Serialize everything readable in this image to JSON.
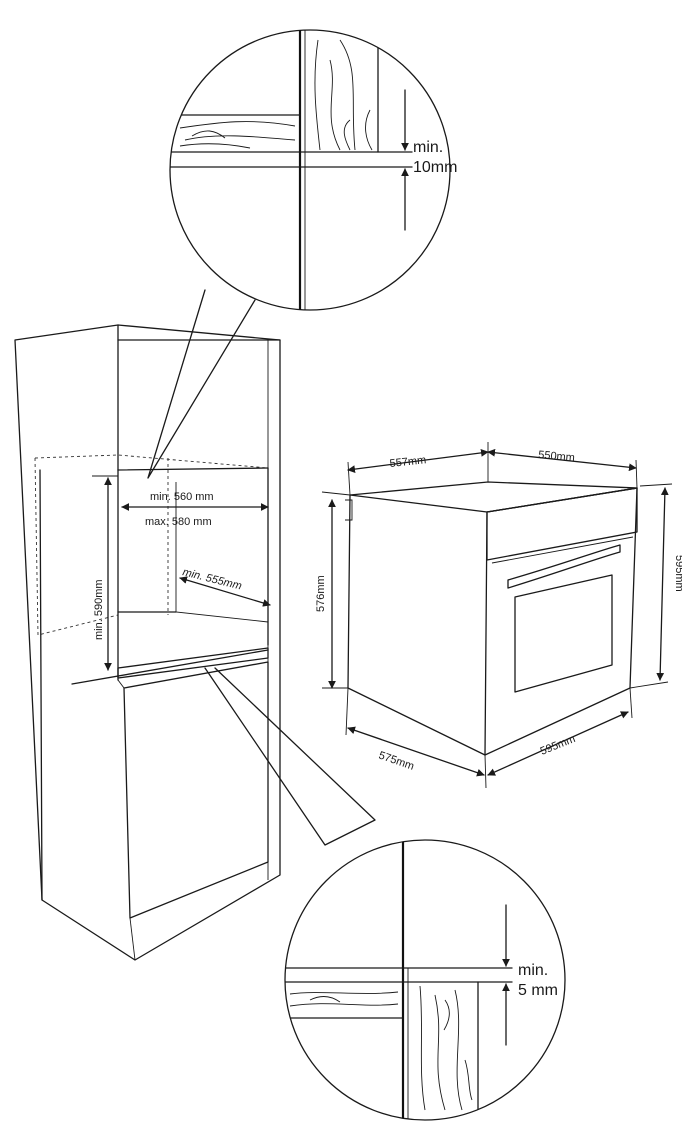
{
  "top_detail": {
    "line1": "min.",
    "line2": "10mm"
  },
  "bottom_detail": {
    "line1": "min.",
    "line2": "5  mm"
  },
  "cabinet": {
    "width_min": "min. 560 mm",
    "width_max": "max. 580 mm",
    "depth_min": "min. 555mm",
    "height_min": "min. 590mm"
  },
  "oven": {
    "top_depth": "557mm",
    "top_width": "550mm",
    "body_height": "576mm",
    "front_height": "595mm",
    "bottom_depth": "575mm",
    "bottom_width": "595mm"
  }
}
